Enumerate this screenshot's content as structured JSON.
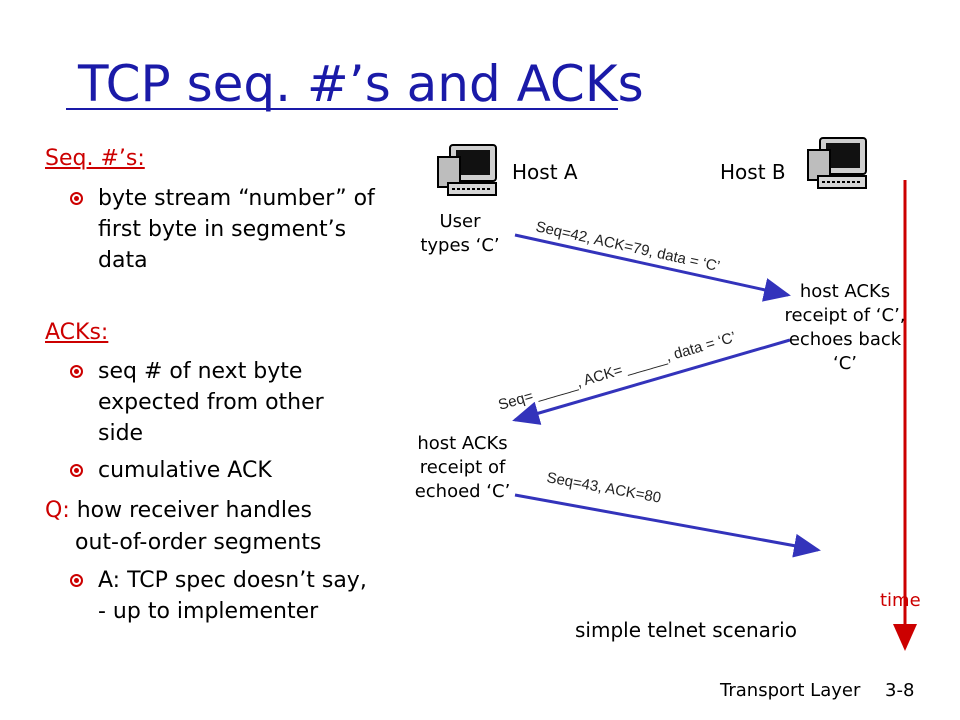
{
  "title": "TCP seq. #’s and ACKs",
  "seq_header": "Seq. #’s:",
  "seq_bullet": "byte stream “number” of first byte in segment’s data",
  "ack_header": "ACKs:",
  "ack_bullets": [
    "seq # of next byte expected from other side",
    "cumulative ACK"
  ],
  "q_label": "Q:",
  "q_text": " how receiver handles",
  "q_text2": "out-of-order segments",
  "q_answer": "A: TCP spec doesn’t say, - up to implementer",
  "diagram": {
    "host_a": "Host A",
    "host_b": "Host B",
    "user_types": "User types ‘C’",
    "msg1": "Seq=42, ACK=79, data = ‘C’",
    "host_b_note": "host ACKs receipt of ‘C’, echoes back ‘C’",
    "msg2": "Seq= _____, ACK= _____, data = ‘C’",
    "host_a_note": "host ACKs receipt of echoed ‘C’",
    "msg3": "Seq=43, ACK=80",
    "time": "time",
    "caption": "simple telnet scenario",
    "icons": [
      "computer-icon",
      "computer-icon"
    ],
    "colors": {
      "arrow": "#3333bb",
      "time": "#cc0000",
      "title": "#1a1aa8"
    }
  },
  "footer": {
    "left": "Transport Layer",
    "right": "3-8"
  }
}
